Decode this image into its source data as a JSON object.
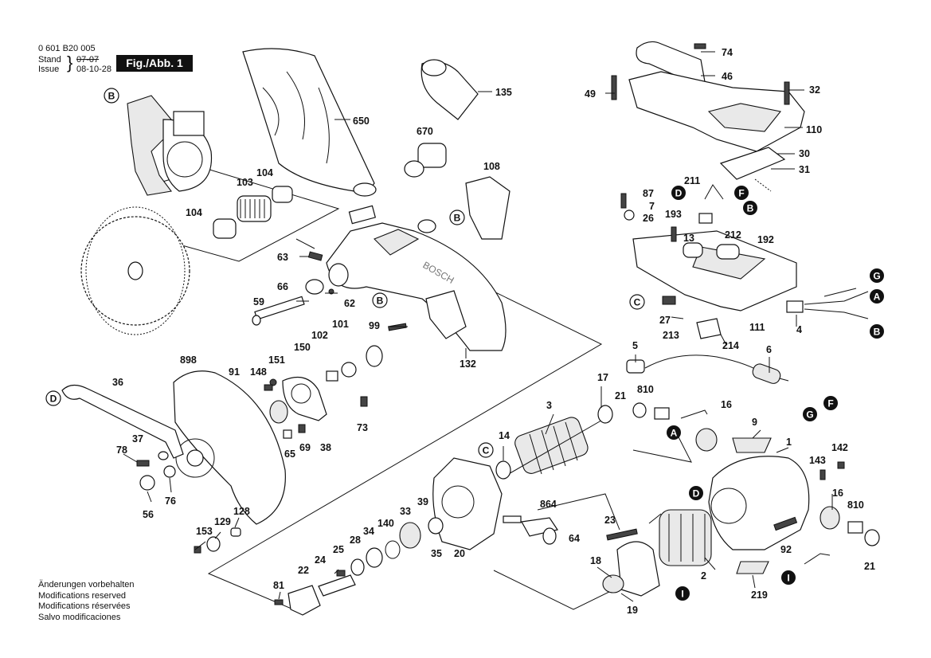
{
  "header": {
    "doc_number": "0 601 B20 005",
    "stand_label": "Stand",
    "issue_label": "Issue",
    "stand_date": "07-07",
    "issue_date": "08-10-28",
    "figure_label": "Fig./Abb. 1"
  },
  "footer": {
    "lines": [
      "Änderungen vorbehalten",
      "Modifications reserved",
      "Modifications réservées",
      "Salvo modificaciones"
    ]
  },
  "diagram": {
    "part_numbers": [
      "74",
      "46",
      "49",
      "32",
      "110",
      "30",
      "31",
      "135",
      "650",
      "670",
      "108",
      "104",
      "103",
      "104",
      "211",
      "87",
      "7",
      "26",
      "193",
      "13",
      "212",
      "192",
      "63",
      "66",
      "62",
      "59",
      "99",
      "101",
      "102",
      "150",
      "151",
      "148",
      "91",
      "898",
      "36",
      "37",
      "78",
      "56",
      "76",
      "73",
      "38",
      "69",
      "65",
      "132",
      "27",
      "213",
      "214",
      "111",
      "4",
      "5",
      "6",
      "21",
      "810",
      "16",
      "17",
      "3",
      "14",
      "9",
      "1",
      "142",
      "143",
      "16",
      "810",
      "21",
      "864",
      "64",
      "92",
      "23",
      "18",
      "2",
      "19",
      "219",
      "39",
      "33",
      "140",
      "34",
      "28",
      "25",
      "24",
      "22",
      "81",
      "35",
      "20",
      "128",
      "129",
      "153"
    ],
    "ref_letters": [
      "B",
      "B",
      "B",
      "B",
      "B",
      "C",
      "C",
      "D",
      "D",
      "D",
      "F",
      "F",
      "G",
      "G",
      "A",
      "A",
      "I",
      "I"
    ]
  },
  "colors": {
    "ink": "#111111",
    "paper": "#ffffff",
    "callout_fill": "#111111"
  }
}
